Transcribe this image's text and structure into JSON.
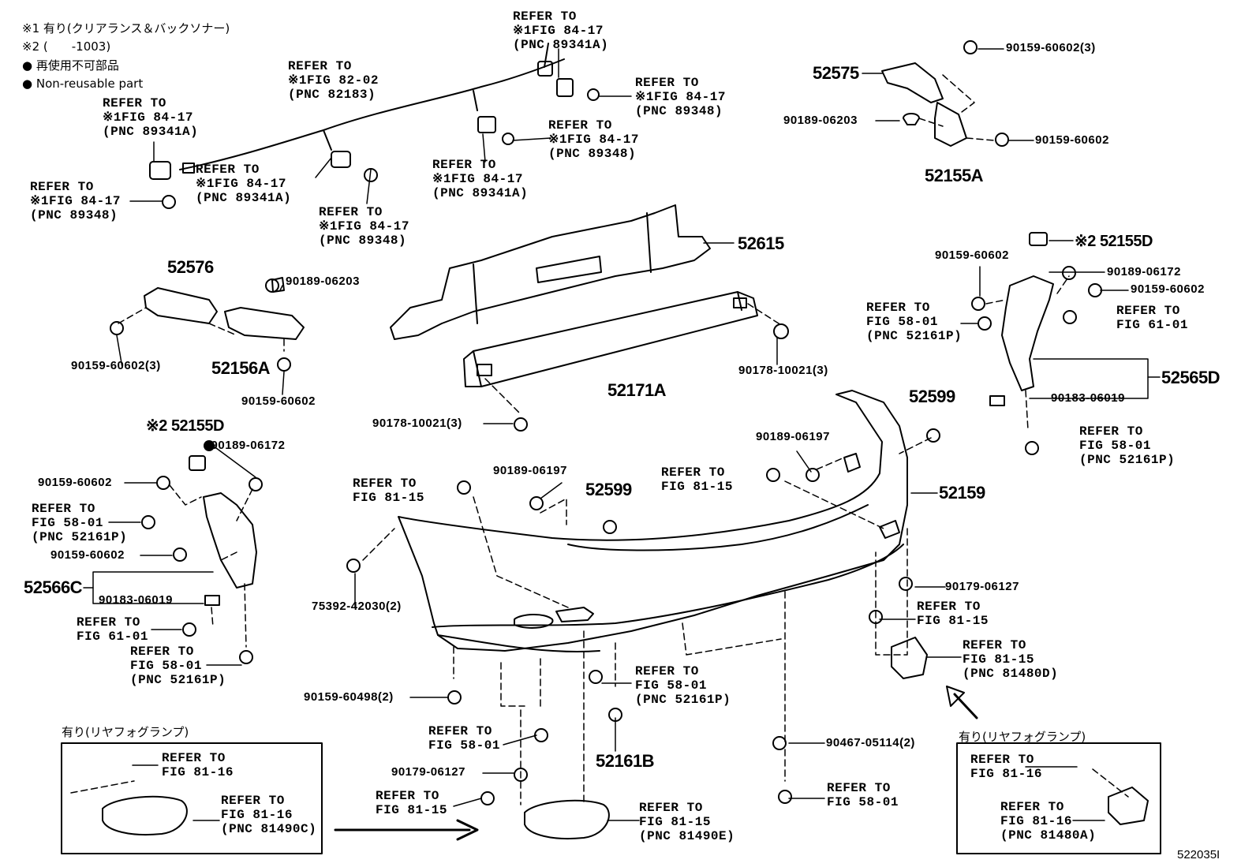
{
  "legend": {
    "note1": "※1 有り(クリアランス＆バックソナー)",
    "note2": "※2 (　　-1003)",
    "note3": "● 再使用不可部品",
    "note4": "● Non-reusable part"
  },
  "refs": {
    "r1": "REFER TO\n※1FIG 84-17\n(PNC 89341A)",
    "r2": "REFER TO\n※1FIG 82-02\n(PNC 82183)",
    "r3": "REFER TO\n※1FIG 84-17\n(PNC 89341A)",
    "r4": "REFER TO\n※1FIG 84-17\n(PNC 89348)",
    "r5": "REFER TO\n※1FIG 84-17\n(PNC 89341A)",
    "r6": "REFER TO\n※1FIG 84-17\n(PNC 89348)",
    "r7": "REFER TO\n※1FIG 84-17\n(PNC 89348)",
    "r8": "REFER TO\n※1FIG 84-17\n(PNC 89341A)",
    "r9": "REFER TO\n※1FIG 84-17\n(PNC 89348)",
    "r10": "REFER TO\nFIG 58-01\n(PNC 52161P)",
    "r11": "REFER TO\nFIG 61-01",
    "r12": "REFER TO\nFIG 58-01\n(PNC 52161P)",
    "r13": "REFER TO\nFIG 58-01\n(PNC 52161P)",
    "r14": "REFER TO\nFIG 61-01",
    "r15": "REFER TO\nFIG 58-01\n(PNC 52161P)",
    "r16": "REFER TO\nFIG 81-15",
    "r17": "REFER TO\nFIG 81-15",
    "r18": "REFER TO\nFIG 81-15",
    "r19": "REFER TO\nFIG 81-15\n(PNC 81480D)",
    "r20": "REFER TO\nFIG 58-01\n(PNC 52161P)",
    "r21": "REFER TO\nFIG 58-01",
    "r22": "REFER TO\nFIG 58-01",
    "r23": "REFER TO\nFIG 81-15",
    "r24": "REFER TO\nFIG 81-15\n(PNC 81490E)",
    "r25": "REFER TO\nFIG 81-16",
    "r26": "REFER TO\nFIG 81-16\n(PNC 81490C)",
    "r27": "REFER TO\nFIG 81-16",
    "r28": "REFER TO\nFIG 81-16\n(PNC 81480A)"
  },
  "parts": {
    "p52575": "52575",
    "p52155A": "52155A",
    "p52615": "52615",
    "p52576": "52576",
    "p52156A": "52156A",
    "p52171A": "52171A",
    "p52155D_r": "※2 52155D",
    "p52565D": "52565D",
    "p52599_r": "52599",
    "p52155D_l": "※2 52155D",
    "p52566C": "52566C",
    "p52599_c": "52599",
    "p52159": "52159",
    "p52161B": "52161B"
  },
  "codes": {
    "c1": "90159-60602(3)",
    "c2": "90189-06203",
    "c3": "90159-60602",
    "c4": "90189-06203",
    "c5": "90159-60602(3)",
    "c6": "90159-60602",
    "c7": "90178-10021(3)",
    "c8": "90178-10021(3)",
    "c9": "90159-60602",
    "c10": "90189-06172",
    "c11": "90159-60602",
    "c12": "90183-06019",
    "c13": "●90189-06172",
    "c14": "90159-60602",
    "c15": "90159-60602",
    "c16": "90183-06019",
    "c17": "90189-06197",
    "c18": "90189-06197",
    "c19": "75392-42030(2)",
    "c20": "90179-06127",
    "c21": "90159-60498(2)",
    "c22": "90179-06127",
    "c23": "90467-05114(2)"
  },
  "boxes": {
    "left_caption": "有り(リヤフォグランプ)",
    "right_caption": "有り(リヤフォグランプ)"
  },
  "figure_id": "522035I"
}
